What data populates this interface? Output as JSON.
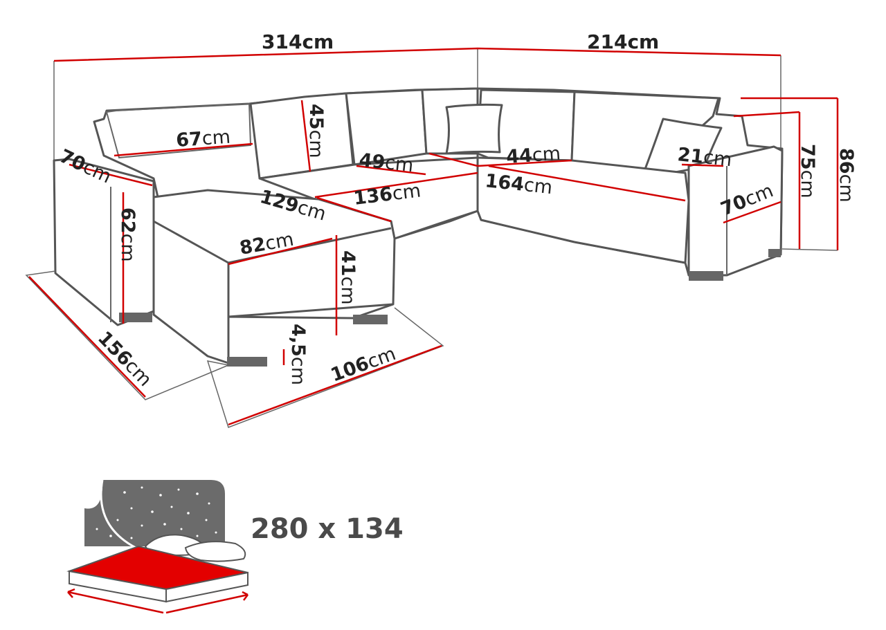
{
  "dimensions": {
    "total_width_left": {
      "value": "314",
      "unit": "cm"
    },
    "total_width_right": {
      "value": "214",
      "unit": "cm"
    },
    "armrest_depth_left": {
      "value": "70",
      "unit": "cm"
    },
    "backrest_left": {
      "value": "67",
      "unit": "cm"
    },
    "back_cushion_height": {
      "value": "45",
      "unit": "cm"
    },
    "seat_depth_middle": {
      "value": "49",
      "unit": "cm"
    },
    "seat_depth_right": {
      "value": "44",
      "unit": "cm"
    },
    "armrest_width_right": {
      "value": "21",
      "unit": "cm"
    },
    "seat_width_right": {
      "value": "164",
      "unit": "cm"
    },
    "seat_width_middle": {
      "value": "136",
      "unit": "cm"
    },
    "chaise_length": {
      "value": "129",
      "unit": "cm"
    },
    "armrest_height_left": {
      "value": "62",
      "unit": "cm"
    },
    "chaise_width": {
      "value": "82",
      "unit": "cm"
    },
    "seat_height": {
      "value": "41",
      "unit": "cm"
    },
    "leg_height": {
      "value": "4,5",
      "unit": "cm"
    },
    "chaise_front_width": {
      "value": "106",
      "unit": "cm"
    },
    "chaise_side_depth": {
      "value": "156",
      "unit": "cm"
    },
    "armrest_depth_right": {
      "value": "70",
      "unit": "cm"
    },
    "height_armrest": {
      "value": "75",
      "unit": "cm"
    },
    "height_total": {
      "value": "86",
      "unit": "cm"
    }
  },
  "sleeping_area": {
    "label": "280 x 134",
    "panel_color": "#6b6b6b",
    "mattress_color": "#e30000"
  },
  "colors": {
    "dimension_line": "#d10000",
    "outline": "#555555"
  }
}
